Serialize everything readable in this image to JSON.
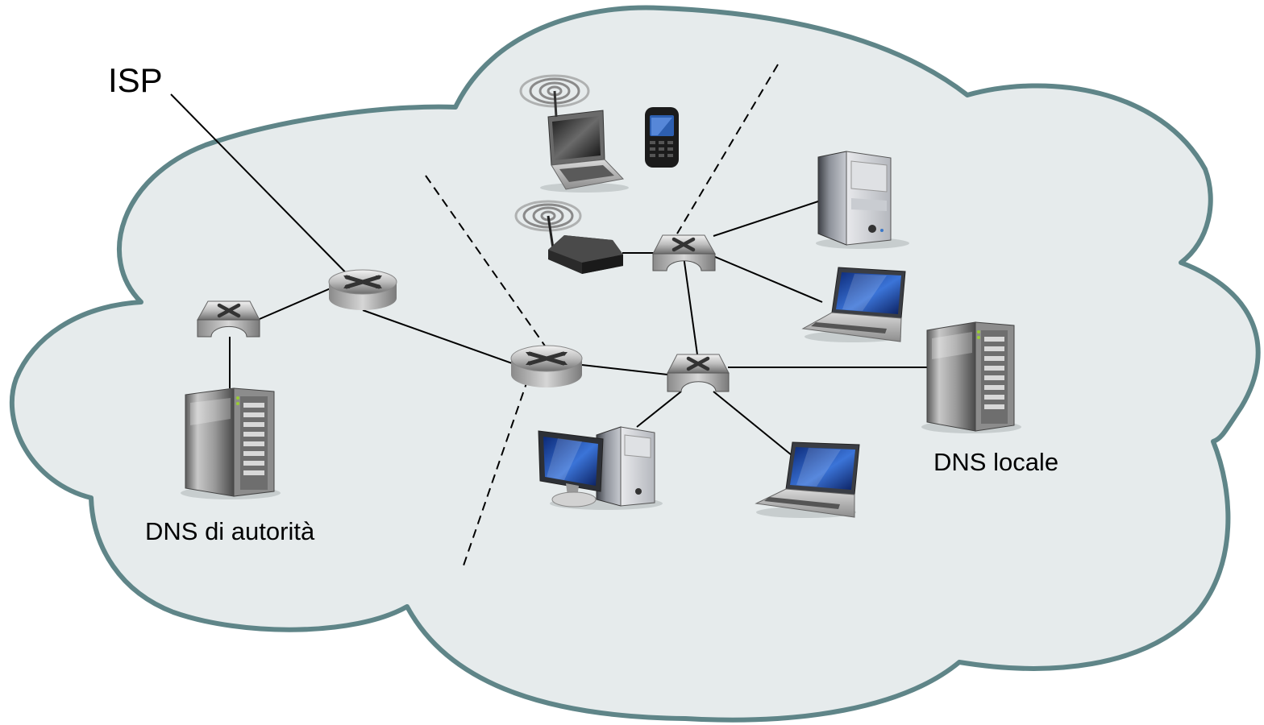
{
  "labels": {
    "isp": "ISP",
    "dns_authority": "DNS di autorità",
    "dns_local": "DNS locale"
  },
  "colors": {
    "cloud_fill": "#e6ebec",
    "cloud_stroke": "#5f8588",
    "link": "#000000",
    "screen_blue": "#1f4fb0"
  },
  "icons": [
    "router-icon",
    "switch-icon",
    "server-icon",
    "tower-server-icon",
    "laptop-icon",
    "desktop-icon",
    "smartphone-icon",
    "wireless-access-point-icon",
    "wifi-signal-icon"
  ]
}
